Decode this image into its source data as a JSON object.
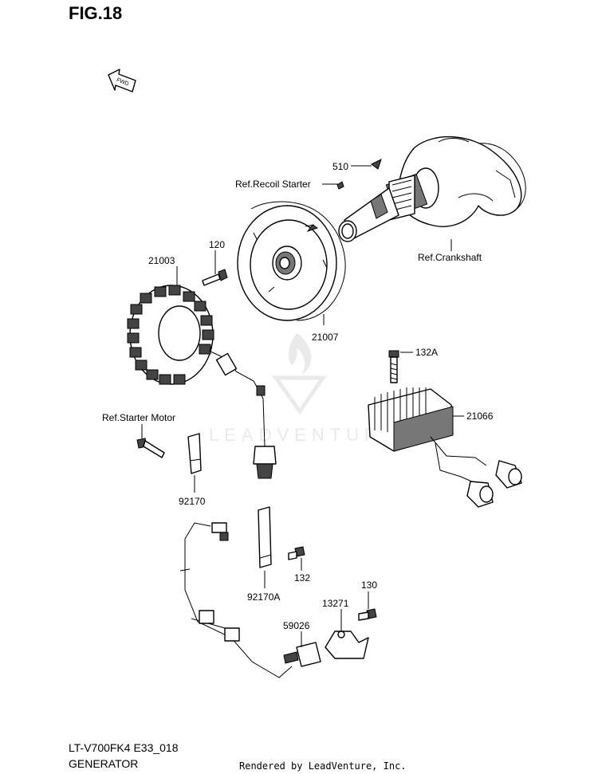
{
  "figure": {
    "title": "FIG.18"
  },
  "fwd_arrow": {
    "label": "FWD",
    "icon": "fwd-arrow-icon"
  },
  "callouts": {
    "c510": "510",
    "recoil": "Ref.Recoil Starter",
    "crank": "Ref.Crankshaft",
    "c21003": "21003",
    "c120": "120",
    "c21007": "21007",
    "c132a": "132A",
    "c21066": "21066",
    "starter_motor": "Ref.Starter Motor",
    "c92170": "92170",
    "c92170a": "92170A",
    "c132": "132",
    "c130": "130",
    "c13271": "13271",
    "c59026": "59026"
  },
  "watermark": {
    "text": "LEADVENTURE"
  },
  "footer": {
    "model": "LT-V700FK4 E33_018",
    "name": "GENERATOR",
    "rendered_by": "Rendered by LeadVenture, Inc."
  }
}
